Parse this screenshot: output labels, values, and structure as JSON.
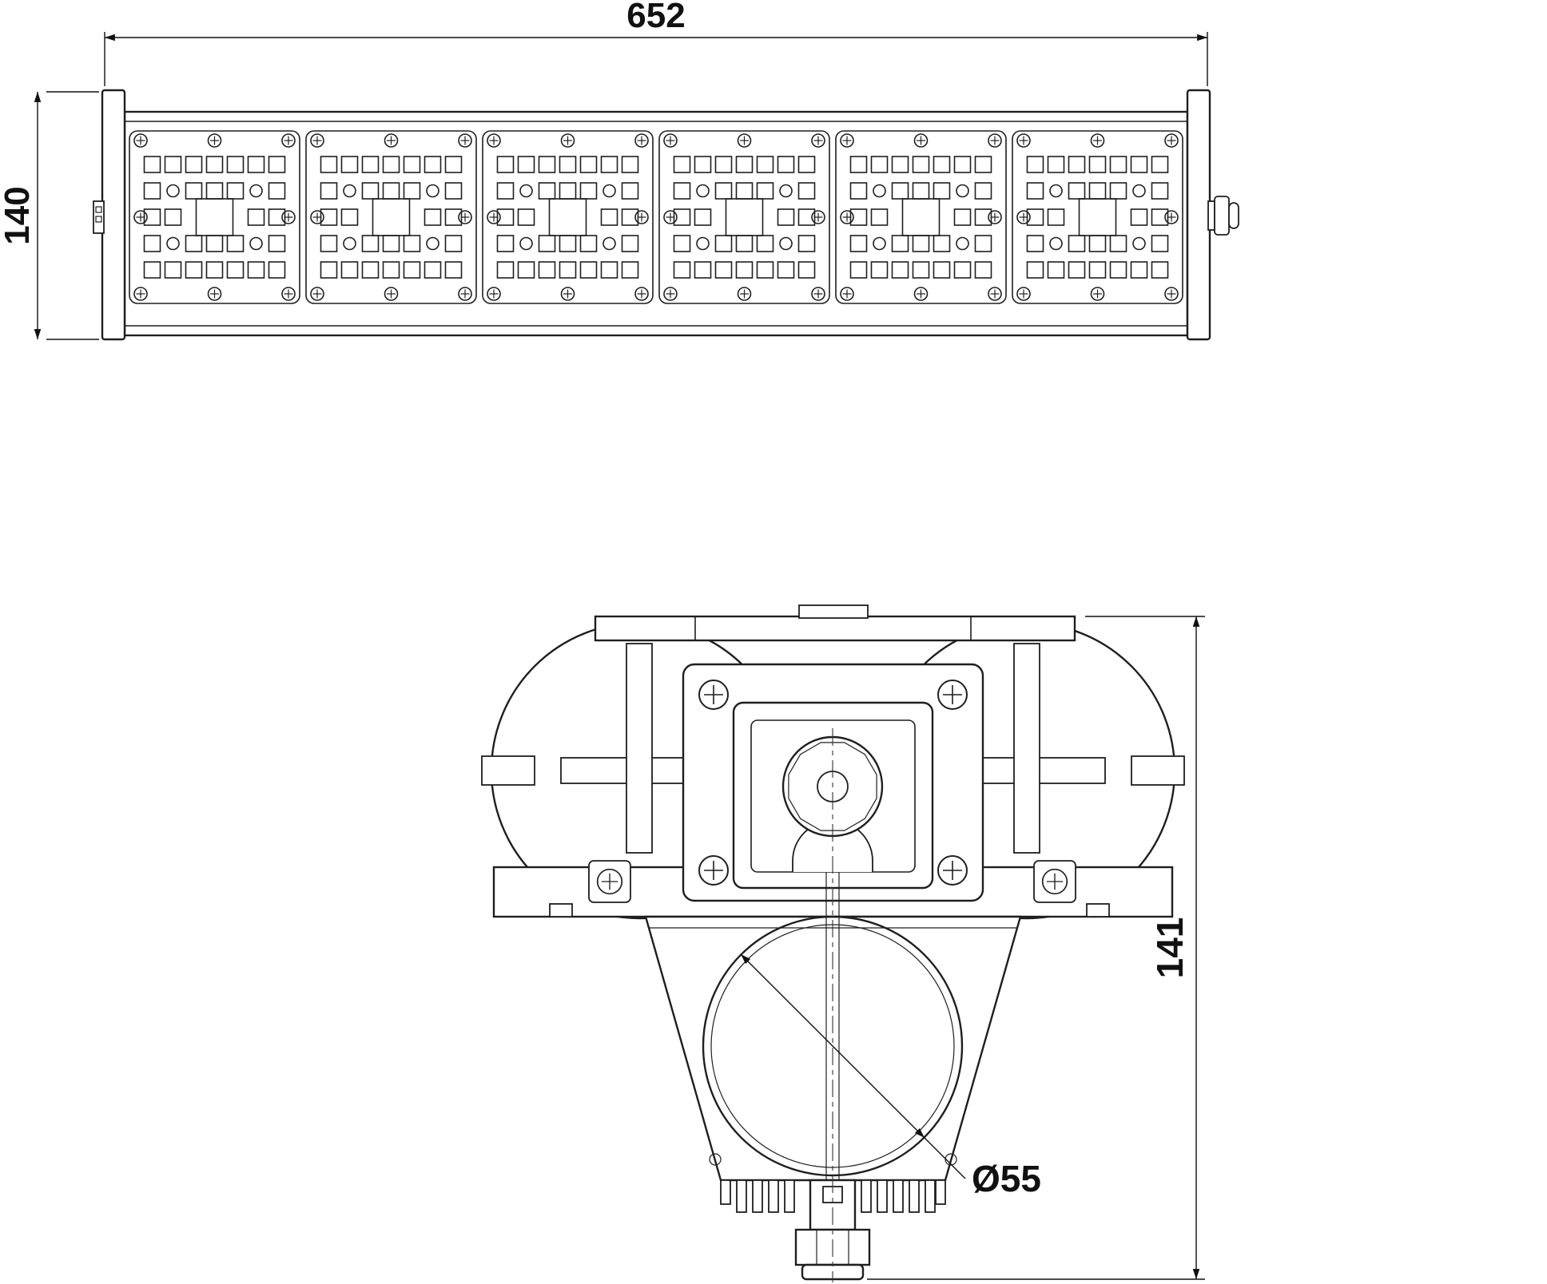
{
  "theme": {
    "background": "#ffffff",
    "line_color": "#1f1f1f",
    "dim_color": "#111111"
  },
  "dimensions": {
    "overall_width": "652",
    "front_height": "140",
    "section_height": "141",
    "body_diameter": "Ø55"
  }
}
